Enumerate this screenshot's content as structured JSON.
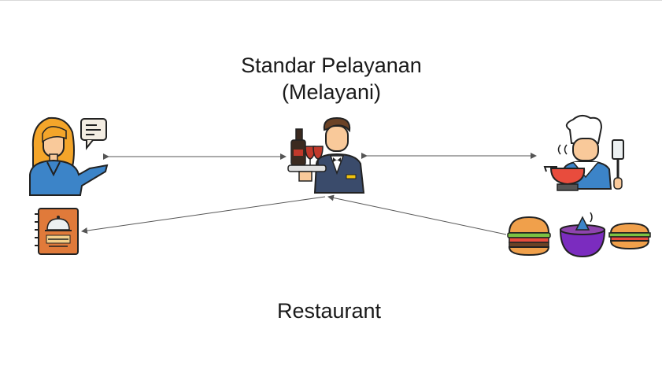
{
  "diagram": {
    "title_line1": "Standar Pelayanan",
    "title_line2": "(Melayani)",
    "footer": "Restaurant"
  },
  "icons": {
    "customer": "customer-with-speech-bubble-icon",
    "waiter": "waiter-with-wine-tray-icon",
    "chef": "chef-cooking-icon",
    "menu": "menu-book-icon",
    "food": [
      "burger-icon",
      "soup-bowl-icon",
      "sandwich-icon"
    ]
  },
  "colors": {
    "arrow": "#555555",
    "text": "#1a1a1a",
    "menu_book": "#e07a3a",
    "bowl": "#7b2cbf"
  }
}
